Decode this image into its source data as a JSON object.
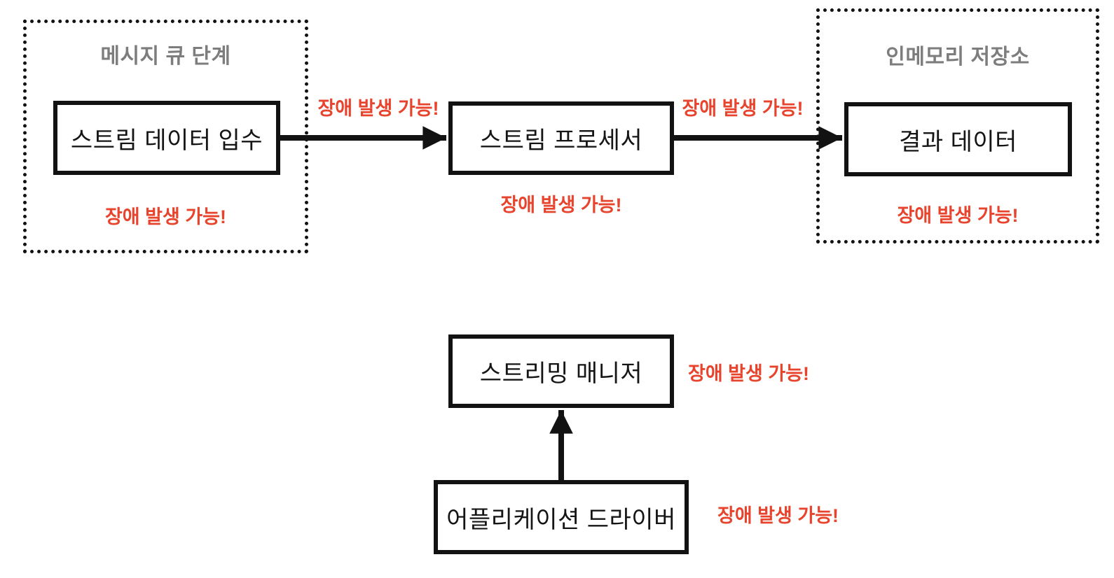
{
  "colors": {
    "warning_red": "#E8432C",
    "title_gray": "#7D7D7D",
    "line_black": "#121212"
  },
  "groups": {
    "message_queue": {
      "title": "메시지 큐 단계",
      "warning": "장애 발생 가능!"
    },
    "in_memory": {
      "title": "인메모리 저장소",
      "warning": "장애 발생 가능!"
    }
  },
  "nodes": {
    "stream_ingest": {
      "label": "스트림 데이터 입수"
    },
    "stream_processor": {
      "label": "스트림 프로세서",
      "warning": "장애 발생 가능!"
    },
    "result_data": {
      "label": "결과 데이터"
    },
    "streaming_manager": {
      "label": "스트리밍 매니저",
      "warning": "장애 발생 가능!"
    },
    "application_driver": {
      "label": "어플리케이션 드라이버",
      "warning": "장애 발생 가능!"
    }
  },
  "edges": {
    "ingest_to_processor": {
      "label": "장애 발생 가능!"
    },
    "processor_to_result": {
      "label": "장애 발생 가능!"
    }
  }
}
